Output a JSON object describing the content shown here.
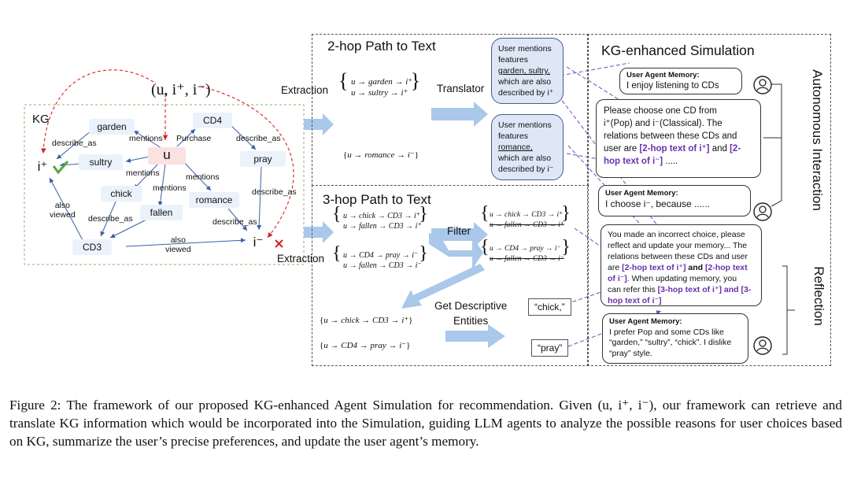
{
  "triple_label": "(u, i⁺, i⁻)",
  "kg": {
    "title": "KG",
    "nodes": {
      "u": "u",
      "garden": "garden",
      "sultry": "sultry",
      "chick": "chick",
      "fallen": "fallen",
      "cd4": "CD4",
      "pray": "pray",
      "romance": "romance",
      "cd3": "CD3",
      "i_plus": "i⁺",
      "i_minus": "i⁻"
    },
    "edges": {
      "describe_as_1": "describe_as",
      "mentions_1": "mentions",
      "purchase": "Purchase",
      "describe_as_2": "describe_as",
      "mentions_2": "mentions",
      "mentions_3": "mentions",
      "mentions_4": "mentions",
      "describe_as_3": "describe_as",
      "also_viewed_1": "also\nviewed",
      "describe_as_4": "describe_as",
      "describe_as_5": "describe_as",
      "also_viewed_2": "also\nviewed"
    },
    "check_icon": "check-icon",
    "cross_icon": "cross-icon"
  },
  "middle": {
    "two_hop_title": "2-hop Path to Text",
    "extraction_top": "Extraction",
    "translator": "Translator",
    "two_hop_paths": [
      "u → garden → i⁺",
      "u → sultry → i⁺"
    ],
    "two_hop_neg": "u → romance → i⁻",
    "trans_pos": {
      "l1": "User mentions",
      "l2": "features",
      "l3": "garden, sultry,",
      "l4": "which are also",
      "l5": "described by i⁺"
    },
    "trans_neg": {
      "l1": "User mentions",
      "l2": "features",
      "l3": "romance,",
      "l4": "which are also",
      "l5": "described by i⁻"
    },
    "three_hop_title": "3-hop Path to Text",
    "extraction_bottom": "Extraction",
    "filter": "Filter",
    "three_hop_pos": [
      "u → chick → CD3 → i⁺",
      "u → fallen → CD3 → i⁺"
    ],
    "three_hop_neg": [
      "u → CD4 → pray → i⁻",
      "u → fallen → CD3 → i⁻"
    ],
    "filtered_pos": [
      "u → chick → CD3 → i⁺",
      "u → fallen → CD3 → i⁺"
    ],
    "filtered_neg": [
      "u → CD4 → pray → i⁻",
      "u → fallen → CD3 → i⁻"
    ],
    "get_descriptive_l1": "Get Descriptive",
    "get_descriptive_l2": "Entities",
    "kept_pos": "u → chick → CD3 → i⁺",
    "kept_neg": "u → CD4 → pray → i⁻",
    "entity_chick": "“chick,”",
    "entity_pray": "“pray”"
  },
  "right": {
    "title": "KG-enhanced Simulation",
    "mem1_title": "User Agent Memory:",
    "mem1_text": "I enjoy listening to CDs",
    "prompt1": {
      "a": "Please choose one CD from",
      "b": "i⁺(Pop) and  i⁻(Classical). The",
      "c": "relations between these CDs and",
      "d": "user are ",
      "e": "[2-hop text of i⁺]",
      "f": " and ",
      "g": "[2-",
      "h": "hop text of i⁻]",
      "i": " ....."
    },
    "mem2_title": "User Agent Memory:",
    "mem2_text": "I choose  i⁻, because ......",
    "prompt2": {
      "a": "You made an incorrect choice, please",
      "b": "reflect and update your memory... The",
      "c": "relations between these CDs and user",
      "d": "are ",
      "e": "[2-hop text of i⁺]",
      "f": " and ",
      "g": "[2-hop text",
      "h": "of i⁻]",
      "i": ".  When updating memory, you",
      "j": "can refer this ",
      "k": "[3-hop text of i⁺] and [3-",
      "l": "hop text of i⁻]"
    },
    "mem3_title": "User Agent Memory:",
    "mem3_text": "I prefer Pop and some CDs like “garden,” “sultry”, “chick”. I dislike “pray” style.",
    "autonomous": "Autonomous Interaction",
    "reflection": "Reflection",
    "user_icon": "user-icon"
  },
  "caption": "Figure 2: The framework of our proposed KG-enhanced Agent Simulation for recommendation. Given (u, i⁺, i⁻), our framework can retrieve and translate KG information which would be incorporated into the Simulation, guiding LLM agents to analyze the possible reasons for user choices based on KG, summarize the user’s precise preferences, and update the user agent’s memory."
}
